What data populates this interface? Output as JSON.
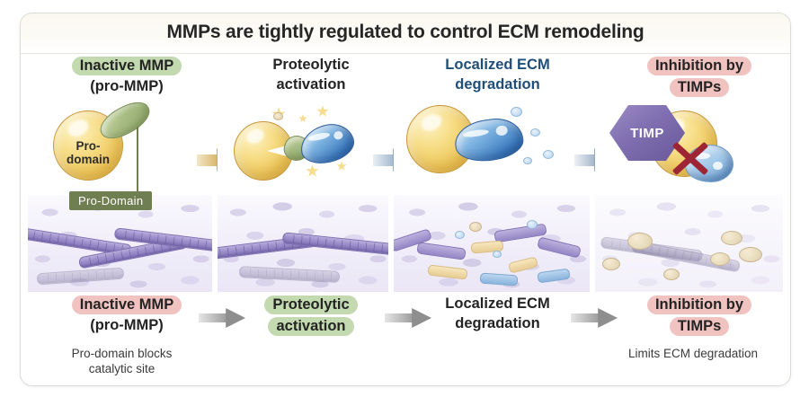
{
  "figure": {
    "title": "MMPs are tightly regulated to control ECM remodeling"
  },
  "colors": {
    "highlight_green": "#c3d9b0",
    "highlight_pink": "#f0c3c0",
    "blue_text": "#1f4e79",
    "callout_green": "#6f7f52",
    "timp_purple": "#7f6eb0",
    "x_red": "#9e2533",
    "mmp_yellow": "#ecc456",
    "active_mmp_blue": "#3d7cc0",
    "collagen_purple": "#9b8ecb",
    "arrow_gold": "#d6b465",
    "arrow_blue": "#9fb6ce",
    "arrow_gray": "#8e8e8e"
  },
  "stages": [
    {
      "id": "stage-inactive-mmp",
      "top_label_line1": "Inactive MMP",
      "top_label_line2": "(pro-MMP)",
      "top_highlight": "green",
      "top_highlight_lines": "line1",
      "top_text_color": "dark",
      "flow_label_line1": "Inactive MMP",
      "flow_label_line2": "(pro-MMP)",
      "flow_highlight": "pink",
      "flow_highlight_lines": "line1",
      "caption_line1": "Pro-domain blocks",
      "caption_line2": "catalytic site",
      "callout_label": "Pro-Domain",
      "sphere_label_line1": "Pro-",
      "sphere_label_line2": "domain"
    },
    {
      "id": "stage-proteolytic-activation",
      "top_label_line1": "Proteolytic",
      "top_label_line2": "activation",
      "top_highlight": "none",
      "top_text_color": "dark",
      "flow_label_line1": "Proteolytic",
      "flow_label_line2": "activation",
      "flow_highlight": "green",
      "flow_highlight_lines": "both"
    },
    {
      "id": "stage-localized-ecm-degradation",
      "top_label_line1": "Localized ECM",
      "top_label_line2": "degradation",
      "top_highlight": "none",
      "top_text_color": "blue",
      "flow_label_line1": "Localized ECM",
      "flow_label_line2": "degradation",
      "flow_highlight": "none"
    },
    {
      "id": "stage-inhibition-by-timps",
      "top_label_line1": "Inhibition by",
      "top_label_line2": "TIMPs",
      "top_highlight": "pink",
      "top_highlight_lines": "both",
      "top_text_color": "dark",
      "flow_label_line1": "Inhibition by",
      "flow_label_line2": "TIMPs",
      "flow_highlight": "pink",
      "flow_highlight_lines": "both",
      "caption_line1": "Limits ECM degradation",
      "caption_line2": "",
      "badge_label": "TIMP"
    }
  ]
}
